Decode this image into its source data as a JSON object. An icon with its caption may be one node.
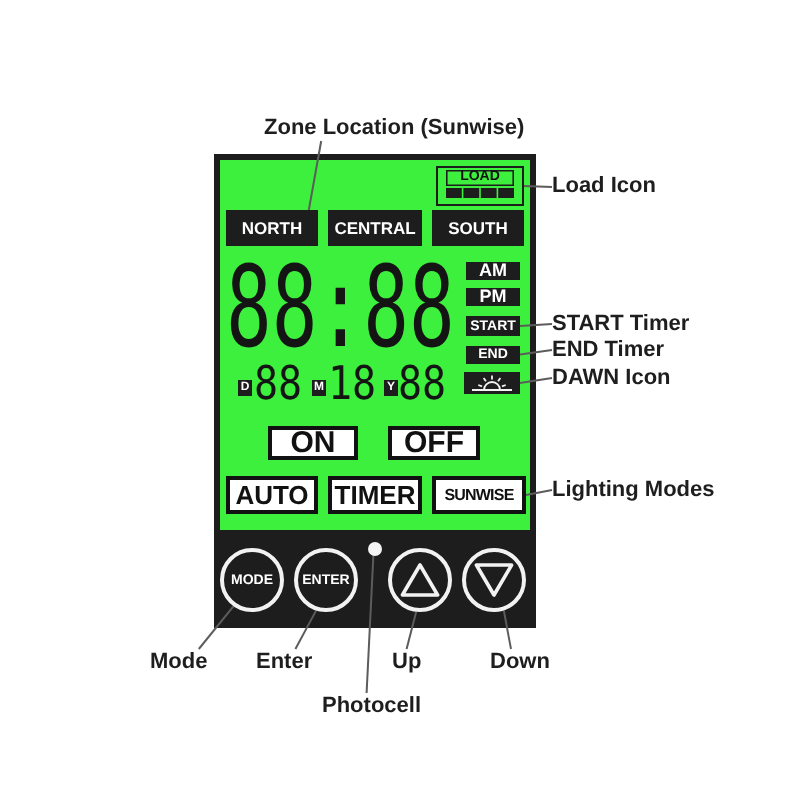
{
  "diagram": {
    "nodes": [
      {
        "text": [
          "Zone Location (Sunwise)"
        ]
      },
      {
        "text": [
          "LOAD"
        ]
      },
      {
        "text": [
          "Load Icon"
        ]
      },
      {
        "text": [
          "NORTH"
        ]
      },
      {
        "text": [
          "CENTRAL"
        ]
      },
      {
        "text": [
          "SOUTH"
        ]
      },
      {
        "text": [
          "AM"
        ]
      },
      {
        "text": [
          "PM"
        ]
      },
      {
        "text": [
          "START"
        ]
      },
      {
        "text": [
          "START Timer"
        ]
      },
      {
        "text": [
          "END"
        ]
      },
      {
        "text": [
          "END Timer"
        ]
      },
      {
        "text": [
          "D"
        ]
      },
      {
        "text": [
          "M"
        ]
      },
      {
        "text": [
          "Y"
        ]
      },
      {
        "text": [],
        "shape": "picture"
      },
      {
        "text": [
          "DAWN Icon"
        ]
      },
      {
        "text": [
          "ON"
        ]
      },
      {
        "text": [
          "OFF"
        ]
      },
      {
        "text": [
          "AUTO"
        ]
      },
      {
        "text": [
          "TIMER"
        ]
      },
      {
        "text": [
          "SUNWISE"
        ]
      },
      {
        "text": [
          "Lighting Modes"
        ]
      },
      {
        "text": [],
        "shape": "circle"
      },
      {
        "text": [
          "MODE"
        ]
      },
      {
        "text": [
          "ENTER"
        ]
      },
      {
        "text": [],
        "shape": "circle"
      },
      {
        "text": [],
        "shape": "circle"
      },
      {
        "text": [
          "Mode"
        ]
      },
      {
        "text": [
          "Enter"
        ]
      },
      {
        "text": [
          "Up"
        ]
      },
      {
        "text": [
          "Down"
        ]
      },
      {
        "text": [
          "Photocell"
        ]
      }
    ],
    "edges": [
      {
        "from": 0,
        "to": 3,
        "arrow": "none"
      },
      {
        "from": 2,
        "to": 1,
        "arrow": "none"
      },
      {
        "from": 9,
        "to": 8,
        "arrow": "none"
      },
      {
        "from": 11,
        "to": 10,
        "arrow": "none"
      },
      {
        "from": 16,
        "to": 15,
        "arrow": "none"
      },
      {
        "from": 22,
        "to": 21,
        "arrow": "none"
      },
      {
        "from": 28,
        "to": 24,
        "arrow": "none"
      },
      {
        "from": 29,
        "to": 25,
        "arrow": "none"
      },
      {
        "from": 30,
        "to": 26,
        "arrow": "none"
      },
      {
        "from": 31,
        "to": 27,
        "arrow": "none"
      },
      {
        "from": 32,
        "to": 23,
        "arrow": "none"
      }
    ],
    "labels": [
      "88:88",
      "88",
      "18",
      "88"
    ]
  }
}
